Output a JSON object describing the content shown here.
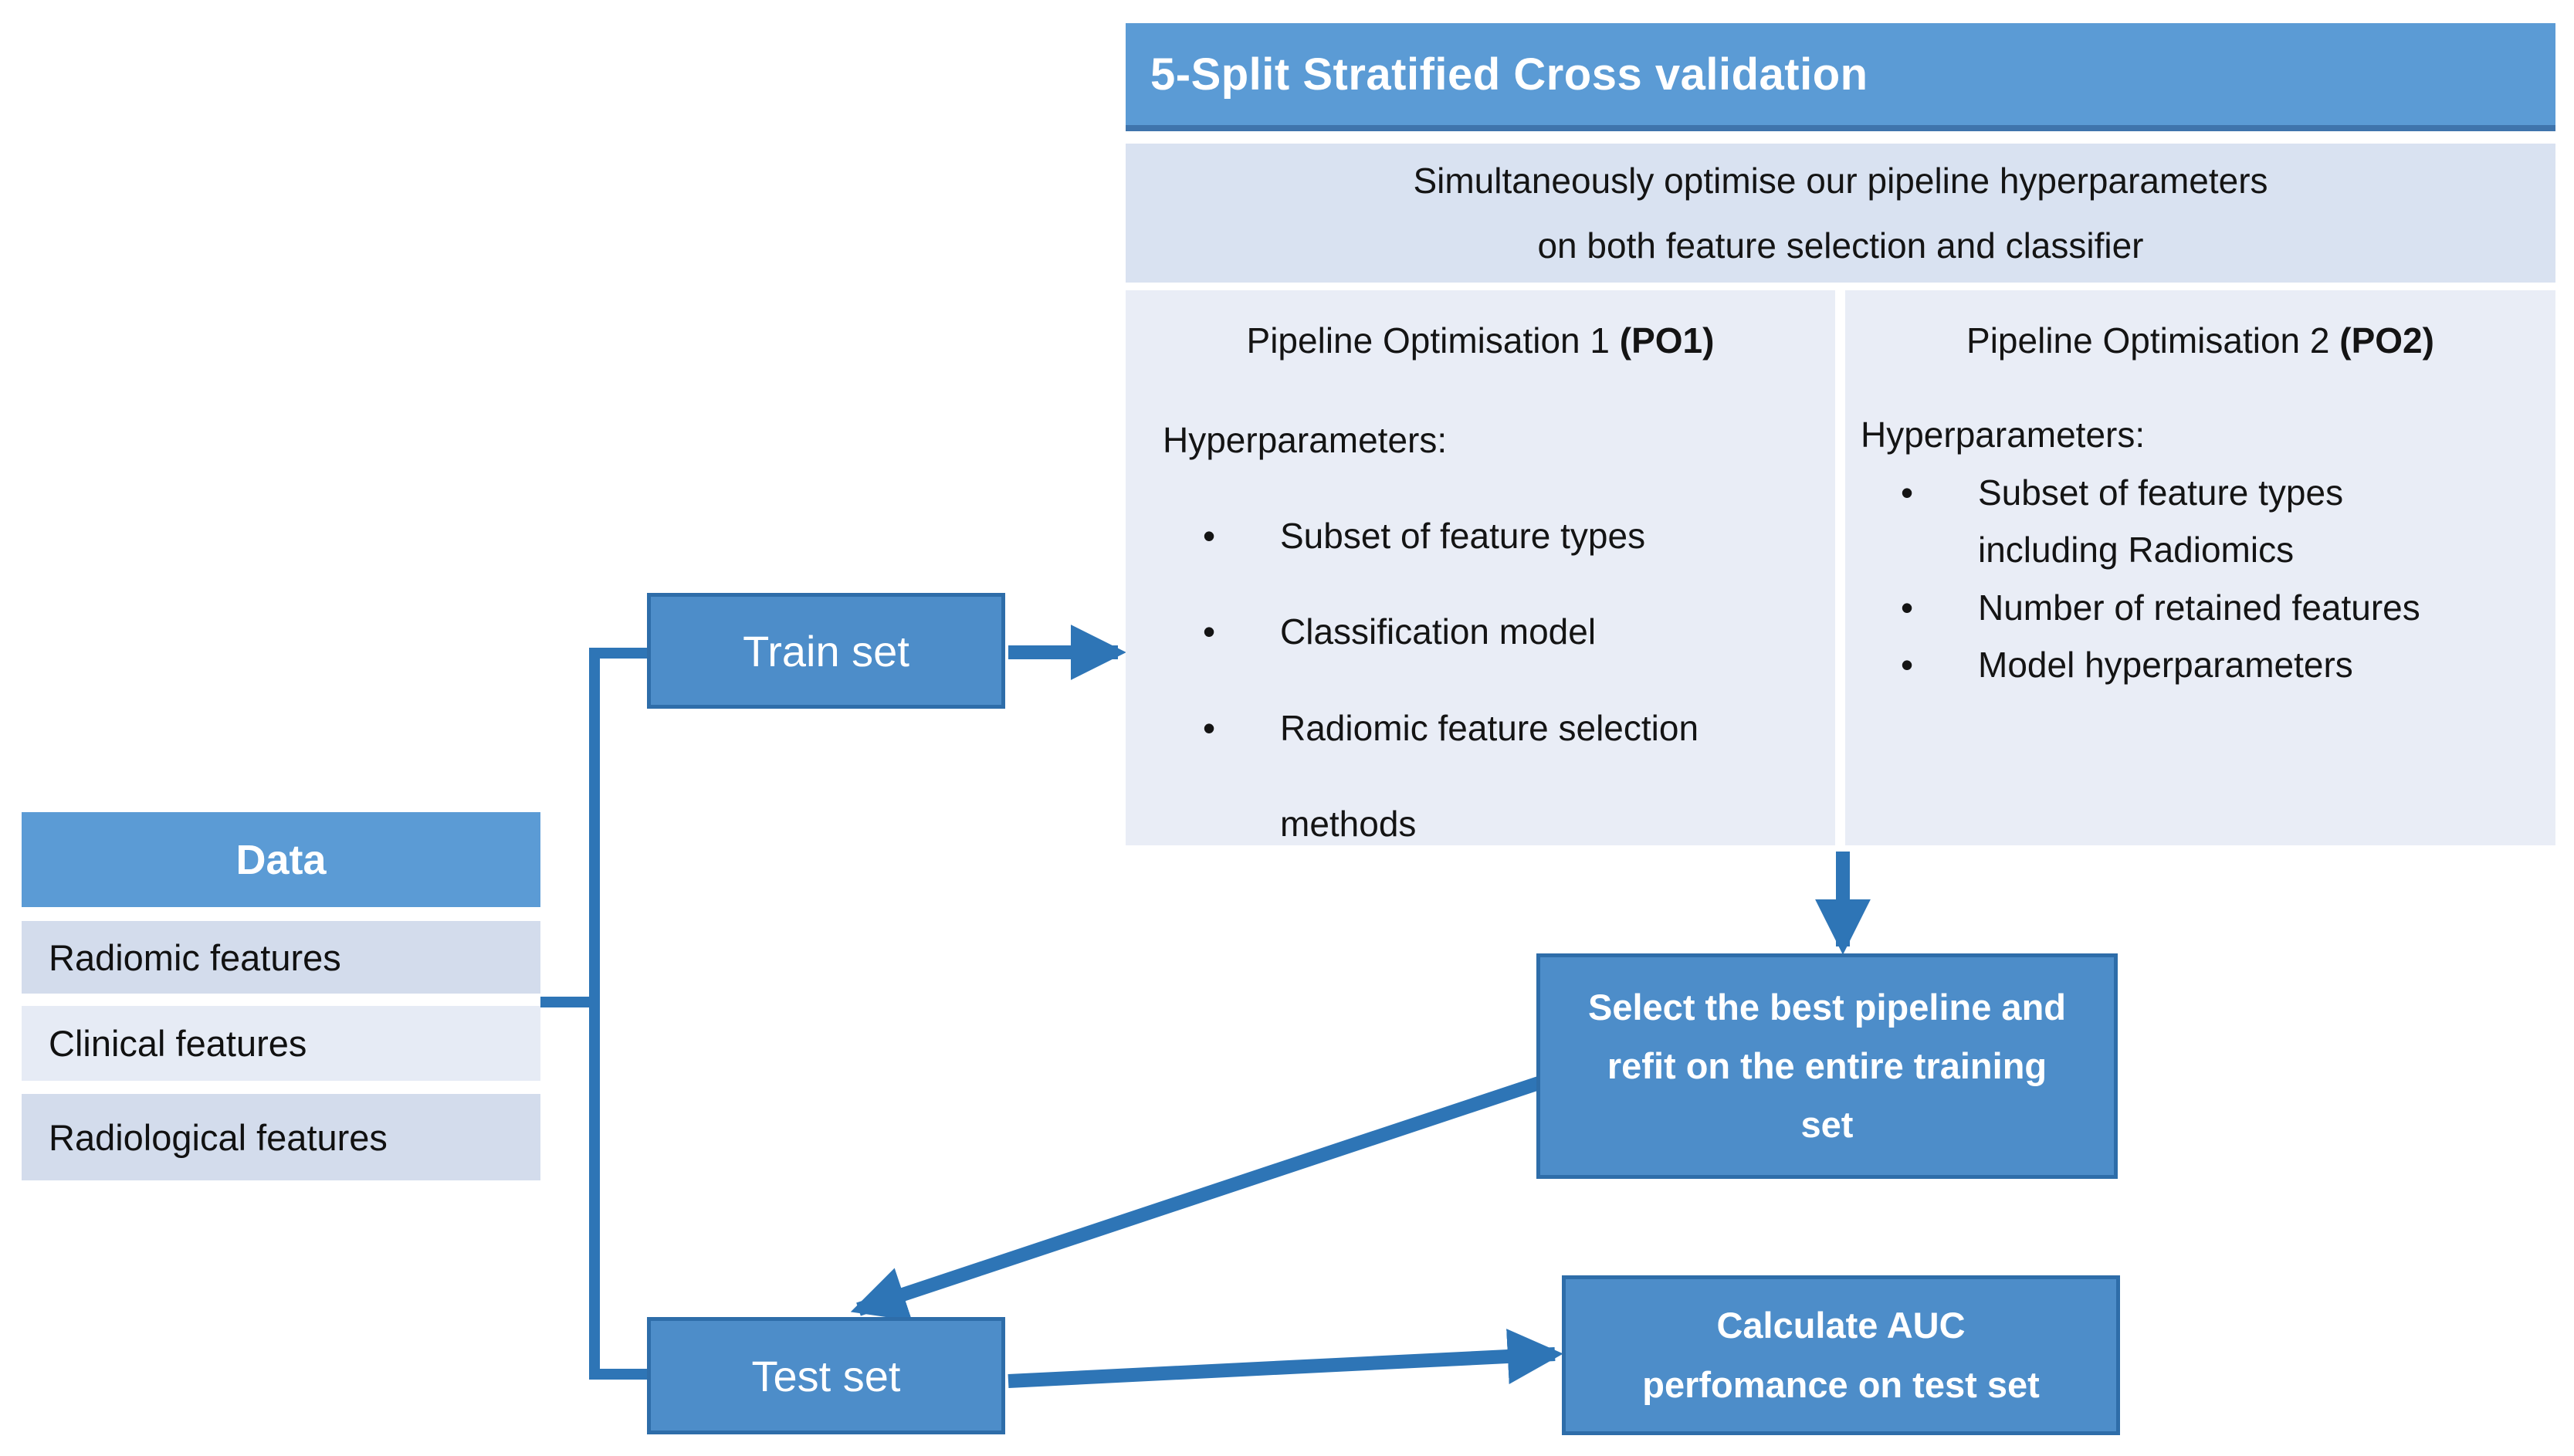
{
  "colors": {
    "header_blue": "#5B9BD5",
    "flow_box_blue": "#4D8DC9",
    "flow_box_border": "#2E6DA9",
    "subtitle_band_bg": "#D9E2F1",
    "column_bg": "#E9EDF6",
    "data_row_dark": "#D3DCEC",
    "data_row_light": "#E6EBF5",
    "arrow_blue": "#2E75B6",
    "text_dark": "#1B1B1B",
    "text_white": "#FFFFFF"
  },
  "cv_panel": {
    "title": "5-Split Stratified Cross validation",
    "subtitle_lines": [
      "Simultaneously optimise our pipeline hyperparameters",
      "on both feature selection and classifier"
    ],
    "columns": [
      {
        "title_text": "Pipeline Optimisation 1 ",
        "title_bold": "(PO1)",
        "list_header": "Hyperparameters:",
        "bullets": [
          "Subset of feature types",
          "Classification model",
          "Radiomic feature selection methods"
        ]
      },
      {
        "title_text": "Pipeline Optimisation 2 ",
        "title_bold": "(PO2)",
        "list_header": "Hyperparameters:",
        "bullets": [
          "Subset of feature types including Radiomics",
          "Number of retained features",
          "Model hyperparameters"
        ]
      }
    ]
  },
  "data_panel": {
    "title": "Data",
    "rows": [
      "Radiomic features",
      "Clinical features",
      "Radiological features"
    ]
  },
  "flow": {
    "train_label": "Train set",
    "test_label": "Test set",
    "select_label": "Select the best pipeline and refit on the entire training set",
    "auc_label": "Calculate AUC perfomance on test set"
  }
}
